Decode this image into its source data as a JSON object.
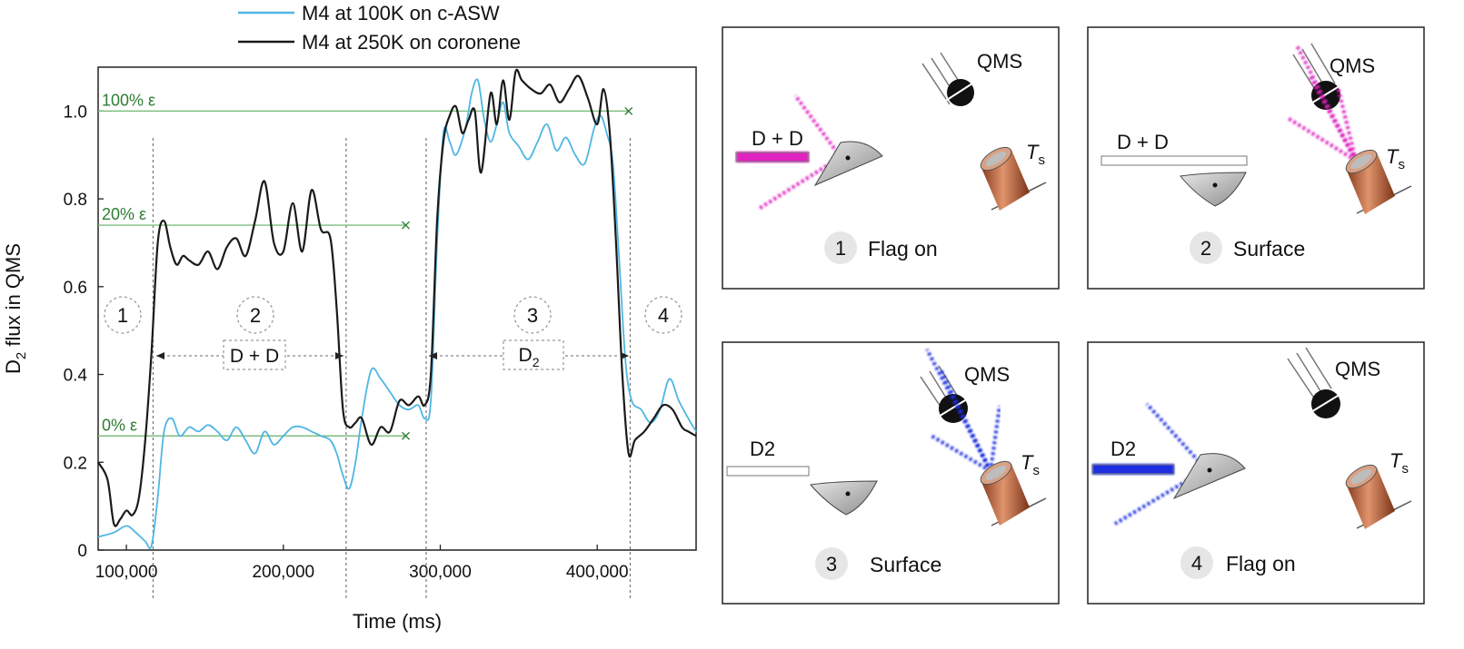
{
  "chart_data": {
    "type": "line",
    "xlabel": "Time (ms)",
    "ylabel_main": "D",
    "ylabel_sub": "2",
    "ylabel_rest": " flux in QMS",
    "xlim": [
      82000,
      463000
    ],
    "ylim": [
      0,
      1.1
    ],
    "x_ticks": [
      100000,
      200000,
      300000,
      400000
    ],
    "x_tick_labels": [
      "100,000",
      "200,000",
      "300,000",
      "400,000"
    ],
    "y_ticks": [
      0,
      0.2,
      0.4,
      0.6,
      0.8,
      1.0
    ],
    "y_tick_labels": [
      "0",
      "0.2",
      "0.4",
      "0.6",
      "0.8",
      "1.0"
    ],
    "legend": [
      {
        "label": "M4 at 100K on c-ASW",
        "color": "#4fb6e3"
      },
      {
        "label": "M4 at 250K on coronene",
        "color": "#1a1a1a"
      }
    ],
    "series": [
      {
        "name": "M4 at 100K on c-ASW",
        "color": "#4fb6e3",
        "x": [
          82000,
          92000,
          100000,
          106000,
          112000,
          116000,
          120000,
          124000,
          129000,
          134000,
          140000,
          146000,
          152000,
          158000,
          164000,
          170000,
          176000,
          182000,
          188000,
          194000,
          200000,
          206000,
          212000,
          218000,
          224000,
          230000,
          234000,
          238000,
          242000,
          246000,
          250000,
          256000,
          262000,
          268000,
          274000,
          280000,
          286000,
          290000,
          294000,
          298000,
          302000,
          306000,
          310000,
          316000,
          320000,
          324000,
          328000,
          332000,
          336000,
          340000,
          344000,
          350000,
          356000,
          362000,
          368000,
          374000,
          380000,
          386000,
          392000,
          398000,
          402000,
          406000,
          410000,
          414000,
          418000,
          422000,
          428000,
          434000,
          440000,
          446000,
          452000,
          458000,
          463000
        ],
        "y": [
          0.03,
          0.04,
          0.055,
          0.04,
          0.02,
          0.01,
          0.12,
          0.27,
          0.3,
          0.26,
          0.28,
          0.27,
          0.285,
          0.27,
          0.25,
          0.28,
          0.25,
          0.22,
          0.27,
          0.24,
          0.26,
          0.28,
          0.28,
          0.27,
          0.26,
          0.25,
          0.22,
          0.17,
          0.14,
          0.2,
          0.3,
          0.41,
          0.39,
          0.36,
          0.33,
          0.32,
          0.33,
          0.3,
          0.34,
          0.7,
          0.95,
          0.93,
          0.9,
          0.96,
          1.04,
          1.07,
          0.98,
          0.93,
          0.97,
          1.02,
          0.95,
          0.92,
          0.89,
          0.93,
          0.97,
          0.91,
          0.94,
          0.9,
          0.88,
          0.96,
          0.99,
          0.95,
          0.88,
          0.66,
          0.43,
          0.34,
          0.32,
          0.29,
          0.32,
          0.39,
          0.34,
          0.3,
          0.27
        ]
      },
      {
        "name": "M4 at 250K on coronene",
        "color": "#1a1a1a",
        "x": [
          82000,
          88000,
          92000,
          96000,
          100000,
          104000,
          108000,
          112000,
          116000,
          120000,
          124000,
          128000,
          132000,
          136000,
          140000,
          146000,
          152000,
          158000,
          164000,
          170000,
          176000,
          182000,
          188000,
          194000,
          200000,
          206000,
          212000,
          218000,
          224000,
          230000,
          234000,
          238000,
          242000,
          246000,
          250000,
          256000,
          262000,
          268000,
          274000,
          280000,
          286000,
          290000,
          294000,
          298000,
          302000,
          306000,
          310000,
          314000,
          318000,
          322000,
          326000,
          332000,
          336000,
          340000,
          344000,
          348000,
          352000,
          358000,
          364000,
          370000,
          376000,
          382000,
          388000,
          394000,
          400000,
          404000,
          408000,
          412000,
          416000,
          420000,
          424000,
          430000,
          436000,
          442000,
          448000,
          454000,
          458000,
          463000
        ],
        "y": [
          0.2,
          0.16,
          0.06,
          0.07,
          0.09,
          0.08,
          0.12,
          0.25,
          0.45,
          0.7,
          0.75,
          0.69,
          0.65,
          0.67,
          0.66,
          0.65,
          0.68,
          0.64,
          0.69,
          0.71,
          0.67,
          0.75,
          0.84,
          0.7,
          0.68,
          0.79,
          0.68,
          0.82,
          0.73,
          0.71,
          0.55,
          0.32,
          0.28,
          0.29,
          0.3,
          0.24,
          0.28,
          0.27,
          0.34,
          0.33,
          0.35,
          0.33,
          0.4,
          0.75,
          0.93,
          0.99,
          1.01,
          0.95,
          0.98,
          1.0,
          0.86,
          1.04,
          0.97,
          1.07,
          0.98,
          1.09,
          1.07,
          1.05,
          1.04,
          1.06,
          1.02,
          1.05,
          1.08,
          1.03,
          0.97,
          1.05,
          0.95,
          0.7,
          0.4,
          0.22,
          0.25,
          0.27,
          0.3,
          0.33,
          0.32,
          0.28,
          0.27,
          0.26
        ]
      }
    ],
    "reference_lines": [
      {
        "label": "100% ε",
        "y": 1.0,
        "x_end": 420000
      },
      {
        "label": "20% ε",
        "y": 0.74,
        "x_end": 278000
      },
      {
        "label": "0% ε",
        "y": 0.26,
        "x_end": 278000
      }
    ],
    "phase_dividers_x": [
      117000,
      240000,
      291000,
      421000
    ],
    "phases": [
      {
        "number": "1"
      },
      {
        "number": "2"
      },
      {
        "number": "3"
      },
      {
        "number": "4"
      }
    ],
    "span_labels": [
      {
        "text_main": "D + D",
        "text_sub": ""
      },
      {
        "text_main": "D",
        "text_sub": "2"
      }
    ]
  },
  "panels": [
    {
      "number": "1",
      "caption": "Flag on",
      "beam_label": "D + D",
      "qms_label": "QMS",
      "ts_label": "T",
      "ts_sub": "s"
    },
    {
      "number": "2",
      "caption": "Surface",
      "beam_label": "D + D",
      "qms_label": "QMS",
      "ts_label": "T",
      "ts_sub": "s"
    },
    {
      "number": "3",
      "caption": "Surface",
      "beam_label": "D2",
      "qms_label": "QMS",
      "ts_label": "T",
      "ts_sub": "s"
    },
    {
      "number": "4",
      "caption": "Flag on",
      "beam_label": "D2",
      "qms_label": "QMS",
      "ts_label": "T",
      "ts_sub": "s"
    }
  ],
  "colors": {
    "dd_beam": "#e020c0",
    "d2_beam": "#1f2ee0",
    "copper": "#c86a45",
    "ref_green": "#2e7d32"
  }
}
